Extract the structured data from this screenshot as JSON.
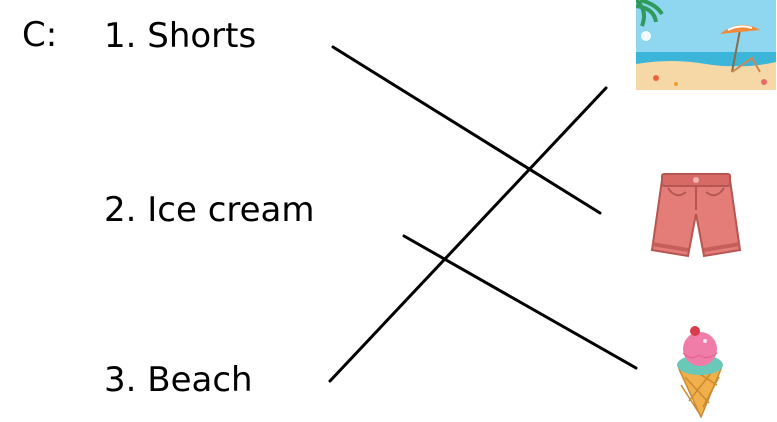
{
  "exercise": {
    "prefix": "C:",
    "items": [
      {
        "label": "1.  Shorts"
      },
      {
        "label": "2.  Ice cream"
      },
      {
        "label": "3.  Beach"
      }
    ]
  },
  "pictures": [
    {
      "icon": "beach-picture"
    },
    {
      "icon": "shorts-picture"
    },
    {
      "icon": "ice-cream-picture"
    }
  ],
  "matches": [
    {
      "item": 1,
      "picture": "shorts-picture"
    },
    {
      "item": 2,
      "picture": "ice-cream-picture"
    },
    {
      "item": 3,
      "picture": "beach-picture"
    }
  ],
  "colors": {
    "text": "#000000",
    "line": "#000000",
    "sky": "#7fd0ee",
    "sea": "#3bb5d8",
    "sand": "#f6d8a6",
    "shorts": "#e47c78",
    "cone": "#f2b04c",
    "scoop_top": "#f07ca8",
    "scoop_bottom": "#69c8b8"
  }
}
